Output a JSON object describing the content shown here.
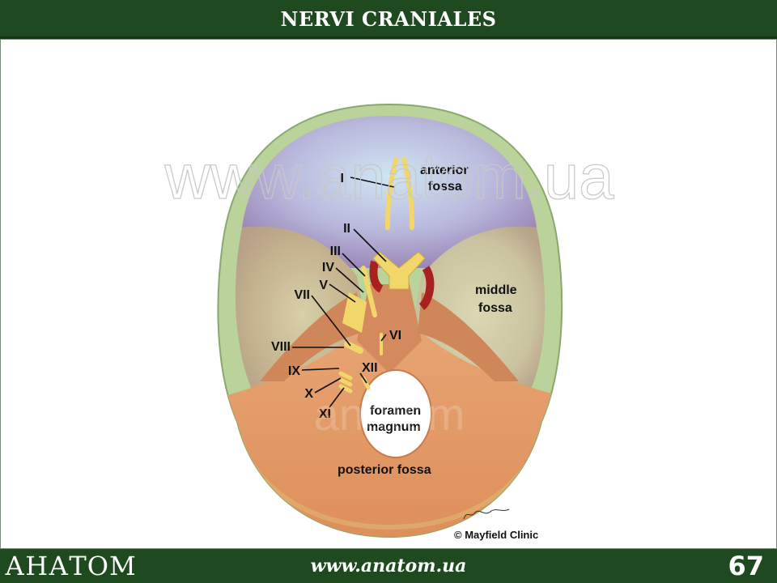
{
  "header": {
    "title": "NERVI CRANIALES"
  },
  "watermark": {
    "text": "www.anatom.ua",
    "small": "anatom"
  },
  "diagram": {
    "nerves": {
      "n1": "I",
      "n2": "II",
      "n3": "III",
      "n4": "IV",
      "n5": "V",
      "n6": "VI",
      "n7": "VII",
      "n8": "VIII",
      "n9": "IX",
      "n10": "X",
      "n11": "XI",
      "n12": "XII"
    },
    "regions": {
      "anterior_1": "anterior",
      "anterior_2": "fossa",
      "middle_1": "middle",
      "middle_2": "fossa",
      "foramen_1": "foramen",
      "foramen_2": "magnum",
      "posterior": "posterior fossa"
    },
    "credit": "© Mayfield Clinic"
  },
  "footer": {
    "logo": "АНАТОМ",
    "url": "www.anatom.ua",
    "page": "67"
  },
  "colors": {
    "header_bg": "#1f4a1f",
    "nerve": "#f1d76a",
    "posterior": "#e39a68"
  }
}
